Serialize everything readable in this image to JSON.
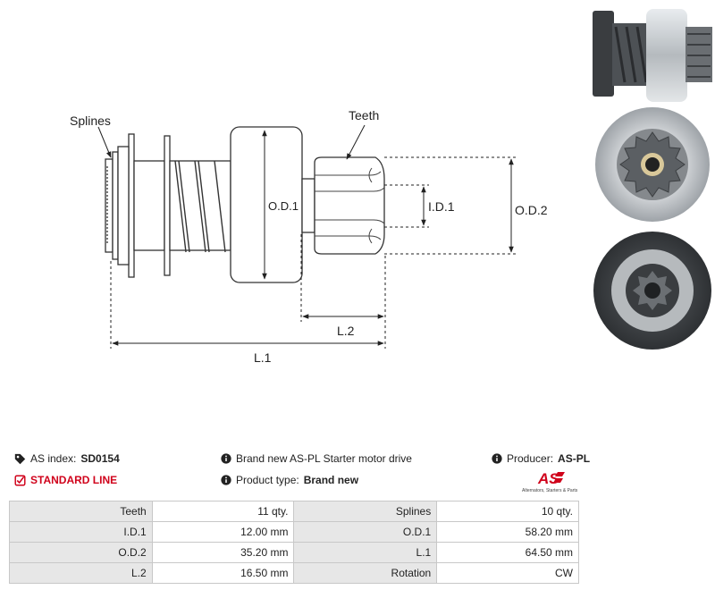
{
  "diagram": {
    "labels": {
      "splines": "Splines",
      "teeth": "Teeth",
      "od1": "O.D.1",
      "id1": "I.D.1",
      "od2": "O.D.2",
      "l2": "L.2",
      "l1": "L.1"
    }
  },
  "photos": [
    {
      "icon": "starter-drive-side-photo"
    },
    {
      "icon": "starter-drive-front-photo"
    },
    {
      "icon": "starter-drive-back-photo"
    }
  ],
  "info": {
    "as_index_label": "AS index:",
    "as_index_value": "SD0154",
    "standard_line": "STANDARD LINE",
    "description": "Brand new AS-PL Starter motor drive",
    "product_type_label": "Product type:",
    "product_type_value": "Brand new",
    "producer_label": "Producer:",
    "producer_value": "AS-PL",
    "logo_mark": "AS",
    "logo_tagline": "Alternators, Starters & Parts"
  },
  "colors": {
    "accent_red": "#d0021b",
    "label_bg": "#e7e7e7",
    "border": "#c8c8c8"
  },
  "specs": [
    {
      "label1": "Teeth",
      "value1": "11 qty.",
      "label2": "Splines",
      "value2": "10 qty."
    },
    {
      "label1": "I.D.1",
      "value1": "12.00 mm",
      "label2": "O.D.1",
      "value2": "58.20 mm"
    },
    {
      "label1": "O.D.2",
      "value1": "35.20 mm",
      "label2": "L.1",
      "value2": "64.50 mm"
    },
    {
      "label1": "L.2",
      "value1": "16.50 mm",
      "label2": "Rotation",
      "value2": "CW"
    }
  ]
}
